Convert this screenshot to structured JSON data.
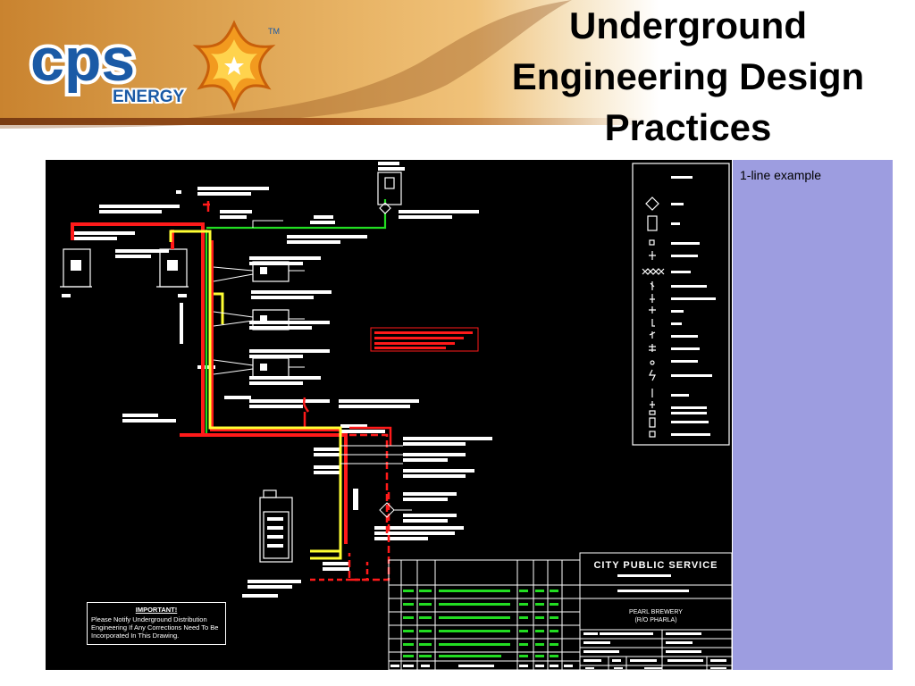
{
  "logo": {
    "brand": "cps",
    "subbrand": "ENERGY",
    "trademark": "TM"
  },
  "title": {
    "line1": "Underground",
    "line2": "Engineering Design",
    "line3": "Practices"
  },
  "side_panel": {
    "label": "1-line example"
  },
  "drawing": {
    "important_title": "IMPORTANT!",
    "important_body": "Please Notify Underground Distribution Engineering If Any Corrections Need To Be Incorporated In This Drawing.",
    "title_block": {
      "company": "CITY PUBLIC SERVICE",
      "project_line1": "PEARL BREWERY",
      "project_line2": "(R/O PHARLA)"
    }
  },
  "colors": {
    "accent_orange": "#e9b567",
    "panel_blue": "#9d9de0",
    "line_red": "#ff1a1a",
    "line_yellow": "#ffff33",
    "line_green": "#22dd22"
  }
}
